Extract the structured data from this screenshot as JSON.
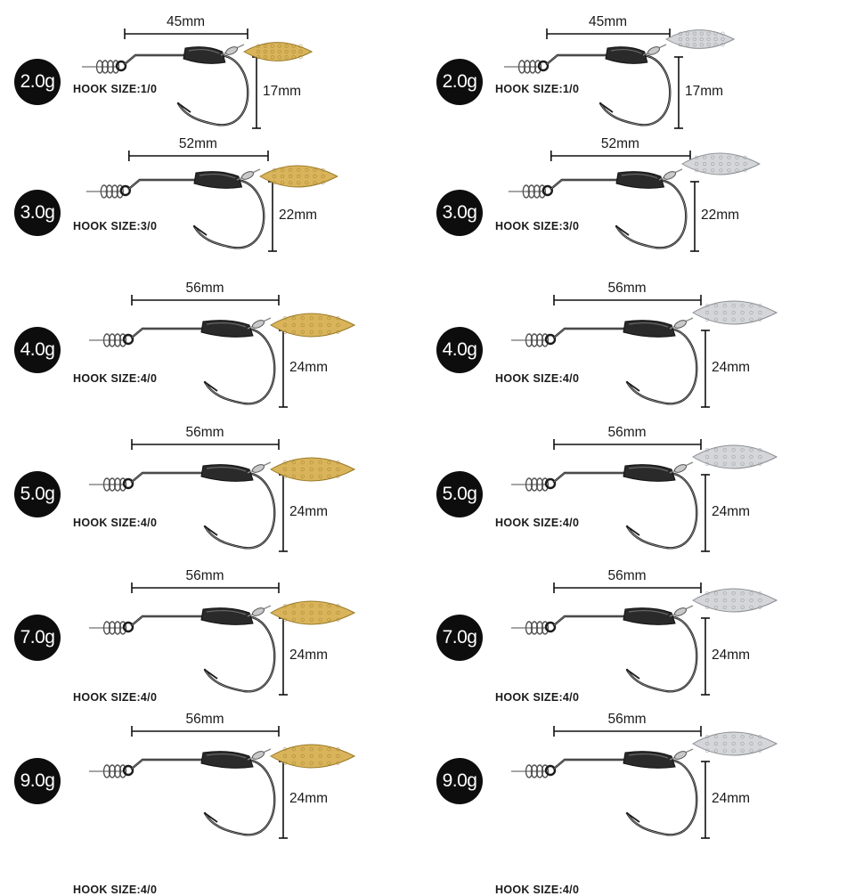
{
  "colors": {
    "badge": "#0d0d0d",
    "gold_blade": "#d9b45a",
    "silver_blade": "#d4d6d9",
    "hook": "#1b1b1b",
    "weight": "#2a2a2a"
  },
  "columns": [
    {
      "blade": "gold",
      "blade_color": "#d9b45a"
    },
    {
      "blade": "silver",
      "blade_color": "#d4d6d9"
    }
  ],
  "rows": [
    {
      "weight": "2.0g",
      "hook_size": "HOOK SIZE:1/0",
      "length": "45mm",
      "height": "17mm",
      "scale": 0.8
    },
    {
      "weight": "3.0g",
      "hook_size": "HOOK SIZE:3/0",
      "length": "52mm",
      "height": "22mm",
      "scale": 0.92
    },
    {
      "weight": "4.0g",
      "hook_size": "HOOK SIZE:4/0",
      "length": "56mm",
      "height": "24mm",
      "scale": 1.0
    },
    {
      "weight": "5.0g",
      "hook_size": "HOOK SIZE:4/0",
      "length": "56mm",
      "height": "24mm",
      "scale": 1.0
    },
    {
      "weight": "7.0g",
      "hook_size": "HOOK SIZE:4/0",
      "length": "56mm",
      "height": "24mm",
      "scale": 1.0
    },
    {
      "weight": "9.0g",
      "hook_size": "HOOK SIZE:4/0",
      "length": "56mm",
      "height": "24mm",
      "scale": 1.0
    }
  ]
}
